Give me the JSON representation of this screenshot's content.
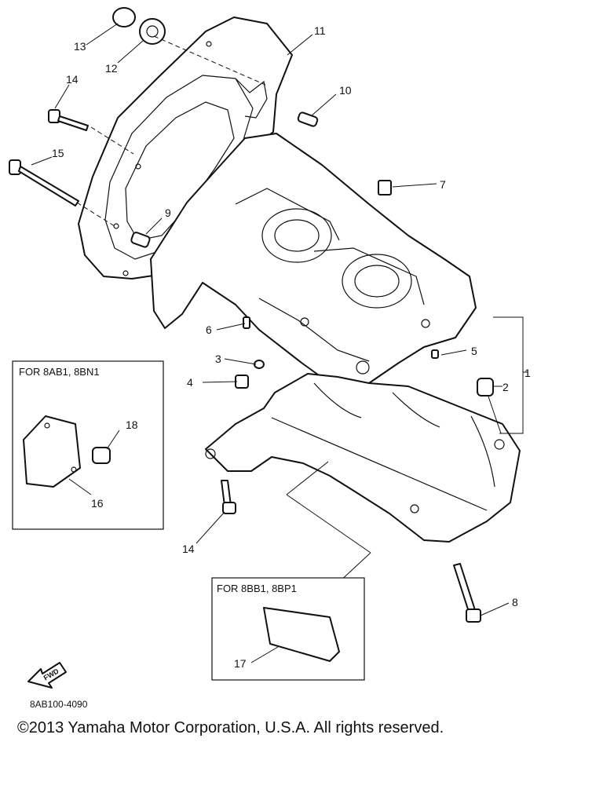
{
  "callouts": [
    "1",
    "2",
    "3",
    "4",
    "5",
    "6",
    "7",
    "8",
    "9",
    "10",
    "11",
    "12",
    "13",
    "14",
    "14",
    "15",
    "16",
    "17",
    "18"
  ],
  "inset_a": {
    "title": "FOR 8AB1, 8BN1"
  },
  "inset_b": {
    "title": "FOR 8BB1, 8BP1"
  },
  "fwd_label": "FWD",
  "ref_code": "8AB100-4090",
  "copyright": "©2013 Yamaha Motor Corporation, U.S.A. All rights reserved."
}
